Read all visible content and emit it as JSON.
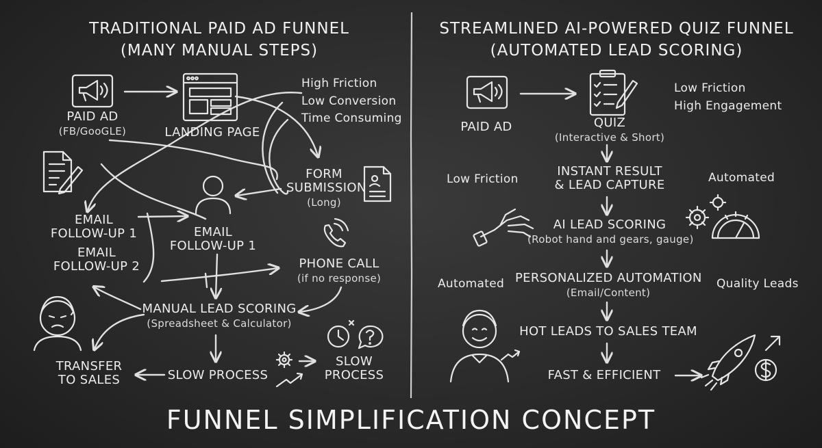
{
  "title": "FUNNEL SIMPLIFICATION CONCEPT",
  "left": {
    "heading": [
      "TRADITIONAL PAID AD FUNNEL",
      "(MANY MANUAL STEPS)"
    ],
    "paid_ad": {
      "label": "PAID AD",
      "sub": "(FB/GooGLE)"
    },
    "landing_page": "LANDING PAGE",
    "notes": [
      "High Friction",
      "Low Conversion",
      "Time Consuming"
    ],
    "form": {
      "label": [
        "FORM",
        "SUBMISSION"
      ],
      "sub": "(Long)"
    },
    "email_left": [
      "EMAIL",
      "FOLLOW-UP 1"
    ],
    "email_center": [
      "EMAIL",
      "FOLLOW-UP 1"
    ],
    "email_left2": [
      "EMAIL",
      "FOLLOW-UP 2"
    ],
    "phone": {
      "label": "PHONE CALL",
      "sub": "(if no response)"
    },
    "manual": {
      "label": "MANUAL LEAD SCORING",
      "sub": "(Spreadsheet & Calculator)"
    },
    "transfer": [
      "TRANSFER",
      "TO SALES"
    ],
    "slow1": "SLOW PROCESS",
    "slow2": [
      "SLOW",
      "PROCESS"
    ]
  },
  "right": {
    "heading": [
      "STREAMLINED AI-POWERED QUIZ FUNNEL",
      "(AUTOMATED LEAD SCORING)"
    ],
    "paid_ad": "PAID AD",
    "quiz": {
      "label": "QUIZ",
      "sub": "(Interactive & Short)"
    },
    "notes": [
      "Low Friction",
      "High Engagement"
    ],
    "low_friction": "Low Friction",
    "instant": [
      "INSTANT RESULT",
      "& LEAD CAPTURE"
    ],
    "automated_right": "Automated",
    "ai_scoring": {
      "label": "AI LEAD SCORING",
      "sub": "(Robot hand and gears, gauge)"
    },
    "automated_left": "Automated",
    "personalized": {
      "label": "PERSONALIZED AUTOMATION",
      "sub": "(Email/Content)"
    },
    "quality": "Quality Leads",
    "hot_leads": "HOT LEADS TO SALES TEAM",
    "fast": "FAST & EFFICIENT"
  }
}
